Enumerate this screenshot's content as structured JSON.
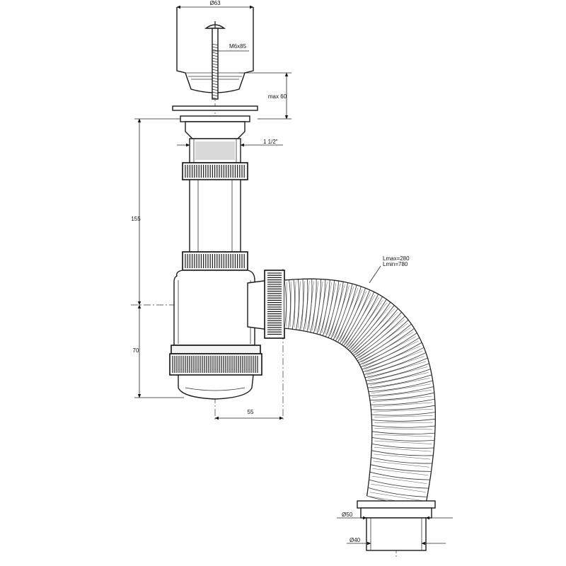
{
  "labels": {
    "strainer_diameter": "Ø63",
    "screw": "M6x85",
    "max_thickness": "max 60",
    "thread": "1 1/2\"",
    "height_total": "155",
    "height_lower": "70",
    "outlet_offset": "55",
    "hose_length_max": "Lmax=280",
    "hose_length_min": "Lmin=780",
    "outlet_diameter_outer": "Ø50",
    "outlet_diameter_inner": "Ø40"
  },
  "colors": {
    "line": "#222222",
    "shade": "#d9d9d9",
    "background": "#ffffff"
  }
}
